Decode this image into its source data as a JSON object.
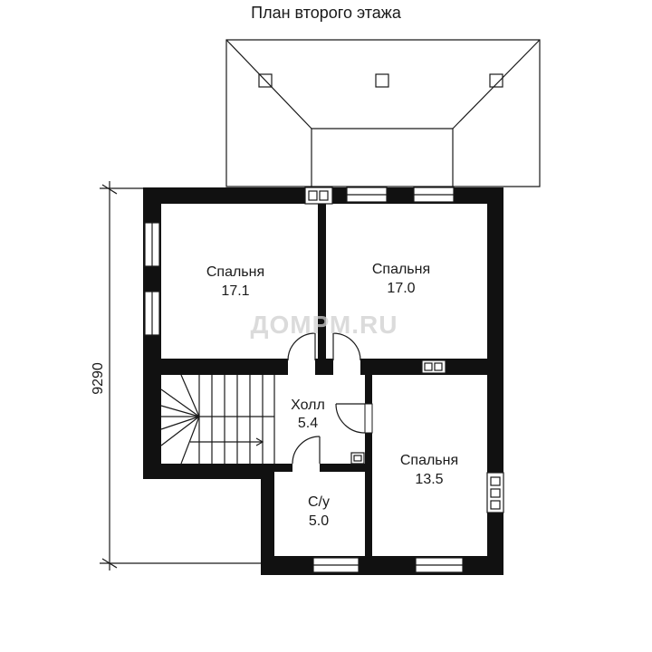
{
  "title": "План второго этажа",
  "watermark": "ДОМРМ.RU",
  "dimension": {
    "label": "9290"
  },
  "rooms": [
    {
      "id": "bedroom-1",
      "name": "Спальня",
      "area": "17.1"
    },
    {
      "id": "bedroom-2",
      "name": "Спальня",
      "area": "17.0"
    },
    {
      "id": "hall",
      "name": "Холл",
      "area": "5.4"
    },
    {
      "id": "bathroom",
      "name": "С/у",
      "area": "5.0"
    },
    {
      "id": "bedroom-3",
      "name": "Спальня",
      "area": "13.5"
    }
  ]
}
